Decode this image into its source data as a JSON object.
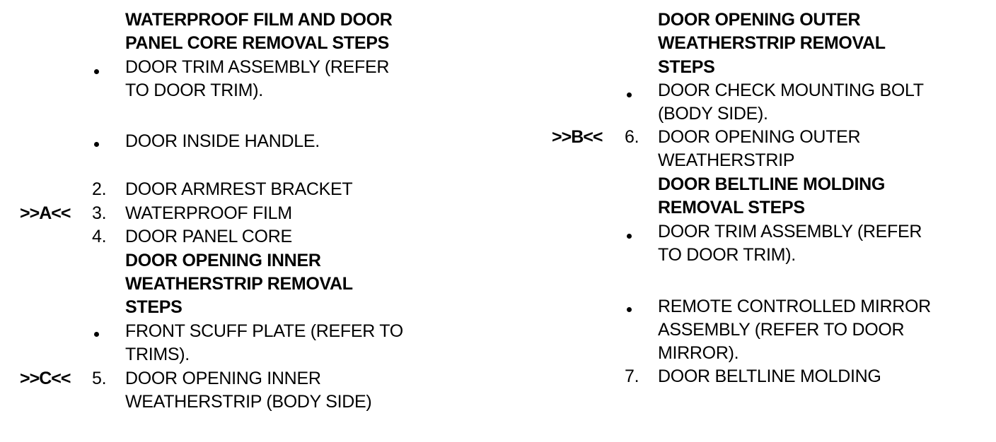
{
  "left": {
    "heading1": [
      "WATERPROOF FILM AND DOOR",
      "PANEL CORE REMOVAL STEPS"
    ],
    "bullet_door_trim": [
      "DOOR TRIM ASSEMBLY (REFER",
      "TO DOOR TRIM)."
    ],
    "bullet_inside_handle": "DOOR INSIDE HANDLE.",
    "items": [
      {
        "num": "2.",
        "text": "DOOR ARMREST BRACKET"
      },
      {
        "ref": ">>A<<",
        "num": "3.",
        "text": "WATERPROOF FILM"
      },
      {
        "num": "4.",
        "text": "DOOR PANEL CORE"
      }
    ],
    "heading2": [
      "DOOR OPENING INNER",
      "WEATHERSTRIP REMOVAL",
      "STEPS"
    ],
    "bullet_scuff": [
      "FRONT SCUFF PLATE (REFER TO",
      "TRIMS)."
    ],
    "item5": {
      "ref": ">>C<<",
      "num": "5.",
      "text": [
        "DOOR OPENING INNER",
        "WEATHERSTRIP (BODY SIDE)"
      ]
    }
  },
  "right": {
    "heading1": [
      "DOOR OPENING OUTER",
      "WEATHERSTRIP REMOVAL",
      "STEPS"
    ],
    "bullet_check": [
      "DOOR CHECK MOUNTING BOLT",
      "(BODY SIDE)."
    ],
    "item6": {
      "ref": ">>B<<",
      "num": "6.",
      "text": [
        "DOOR OPENING OUTER",
        "WEATHERSTRIP"
      ]
    },
    "heading2": [
      "DOOR BELTLINE MOLDING",
      "REMOVAL STEPS"
    ],
    "bullet_door_trim": [
      "DOOR TRIM ASSEMBLY (REFER",
      "TO DOOR TRIM)."
    ],
    "bullet_mirror": [
      "REMOTE CONTROLLED MIRROR",
      "ASSEMBLY (REFER TO DOOR",
      "MIRROR)."
    ],
    "item7": {
      "num": "7.",
      "text": "DOOR BELTLINE MOLDING"
    }
  }
}
